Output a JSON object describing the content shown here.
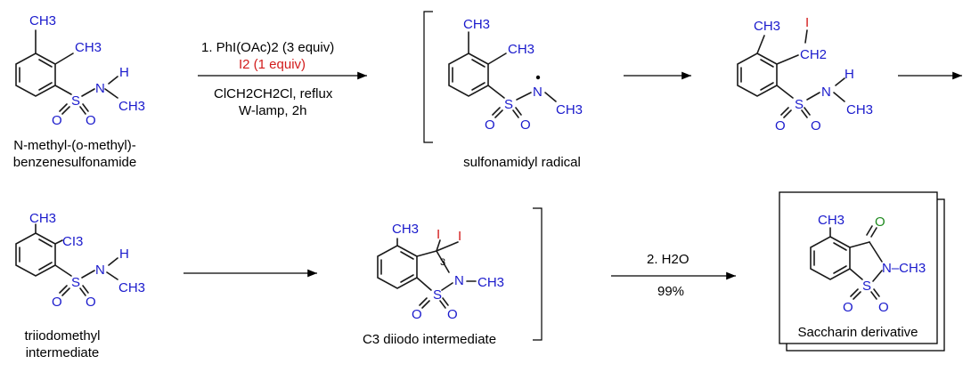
{
  "reagents": {
    "step1_line1": "1. PhI(OAc)2 (3 equiv)",
    "step1_line2": "I2 (1 equiv)",
    "step1_line3": "ClCH2CH2Cl, reflux",
    "step1_line4": "W-lamp, 2h",
    "step2_line1": "2. H2O",
    "step2_yield": "99%"
  },
  "compounds": [
    {
      "id": "start",
      "caption": [
        "N-methyl-(o-methyl)-",
        "benzenesulfonamide"
      ]
    },
    {
      "id": "radical",
      "caption": [
        "sulfonamidyl radical"
      ]
    },
    {
      "id": "iodomethyl",
      "caption": []
    },
    {
      "id": "triiodo",
      "caption": [
        "triiodomethyl",
        "intermediate"
      ]
    },
    {
      "id": "diiodo",
      "caption": [
        "C3 diiodo intermediate"
      ],
      "position_label": "3"
    },
    {
      "id": "product",
      "caption": [
        "Saccharin derivative"
      ]
    }
  ],
  "atom_labels": {
    "ch3": "CH3",
    "ch2": "CH2",
    "ci3": "CI3",
    "h": "H",
    "n": "N",
    "s": "S",
    "o": "O",
    "i": "I",
    "n_ch3": "N–CH3"
  },
  "colors": {
    "atoms": "#1a1acc",
    "iodine": "#d21c1c",
    "oxygen_water": "#1f8a1f",
    "bonds": "#1a1a1a"
  }
}
